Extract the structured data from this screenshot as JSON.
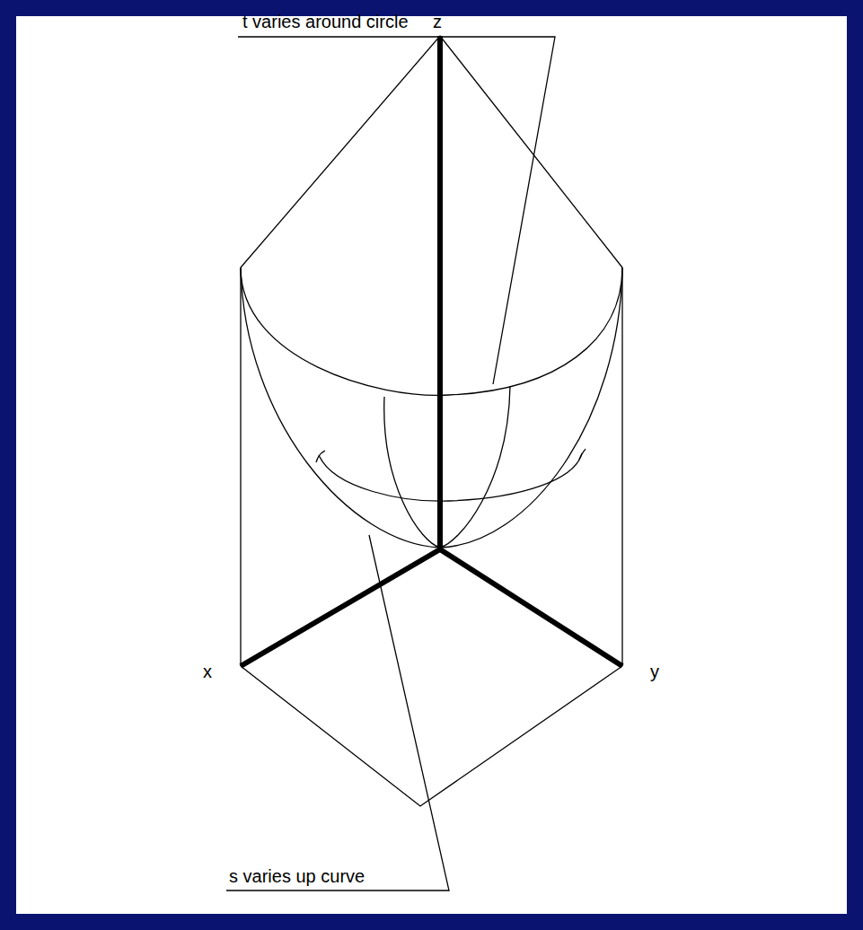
{
  "diagram": {
    "labels": [
      "t varies around circle",
      "z",
      "x",
      "y",
      "s varies up curve"
    ]
  }
}
